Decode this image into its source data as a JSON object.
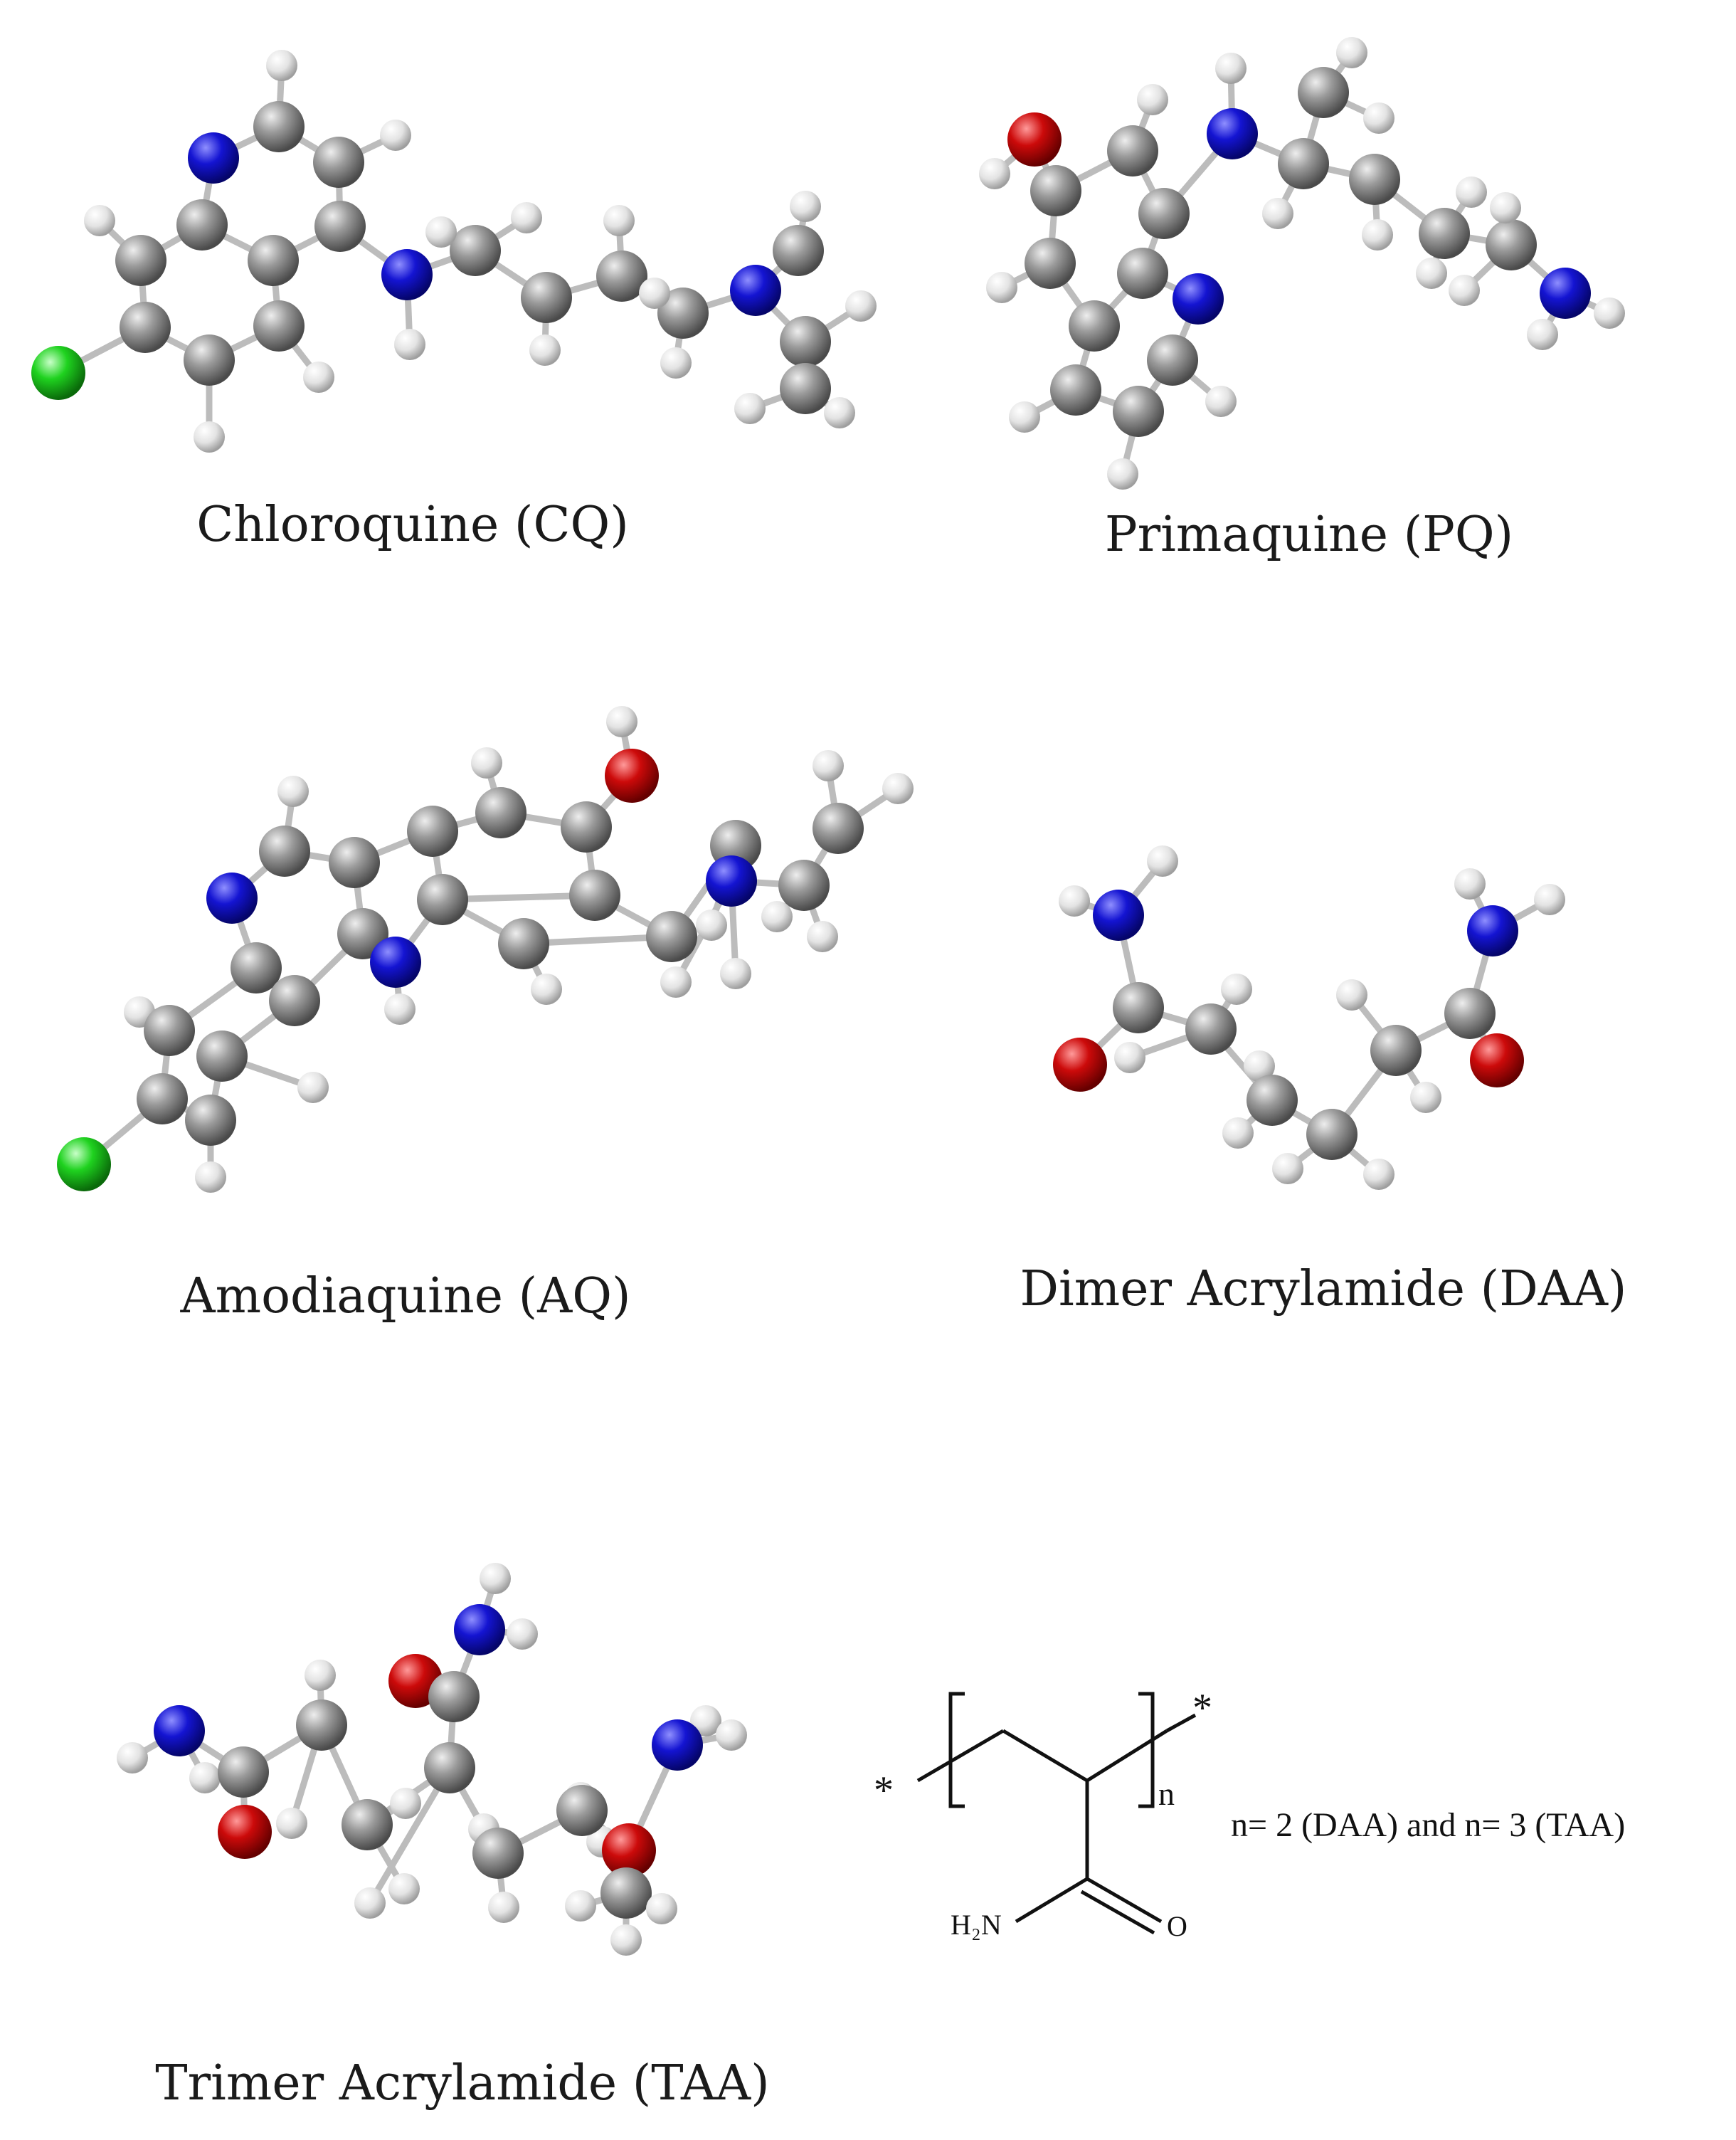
{
  "colors": {
    "carbon": "#8c8c8c",
    "hydrogen": "#e6e6e6",
    "nitrogen": "#1414d2",
    "oxygen": "#cc0a0a",
    "chlorine": "#1fd21f"
  },
  "captions": {
    "cq": "Chloroquine (CQ)",
    "pq": "Primaquine (PQ)",
    "aq": "Amodiaquine (AQ)",
    "daa": "Dimer Acrylamide (DAA)",
    "taa": "Trimer Acrylamide (TAA)"
  },
  "polymer": {
    "star": "*",
    "n": "n",
    "amide_h2n": "H₂N",
    "amide_o": "O",
    "note": "n= 2 (DAA) and n= 3 (TAA)"
  }
}
